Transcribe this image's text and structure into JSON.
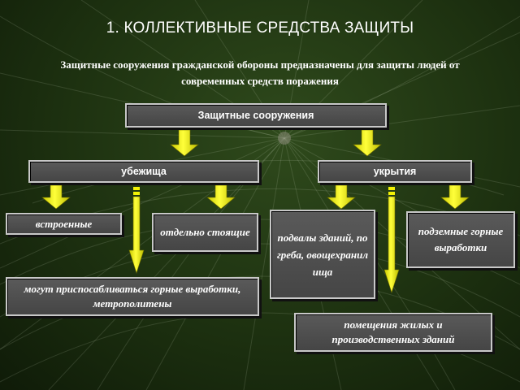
{
  "title": "1. КОЛЛЕКТИВНЫЕ СРЕДСТВА ЗАЩИТЫ",
  "subtitle": "Защитные  сооружения  гражданской  обороны предназначены для защиты людей от современных средств поражения",
  "diagram": {
    "root": "Защитные  сооружения",
    "branches": [
      {
        "label": "убежища",
        "children": [
          "встроенные",
          "отдельно стоящие"
        ],
        "note": "могут приспосабливаться горные выработки, метрополитены"
      },
      {
        "label": "укрытия",
        "children": [
          "подвалы зданий, погреба, овощехранилища",
          "подземные горные выработки"
        ],
        "note": "помещения жилых и производственных зданий"
      }
    ]
  },
  "colors": {
    "background": "#1d3110",
    "box": "#4e4e4e",
    "box_border": "#c8c8c8",
    "arrow": "#f2f205",
    "text": "#ffffff"
  }
}
